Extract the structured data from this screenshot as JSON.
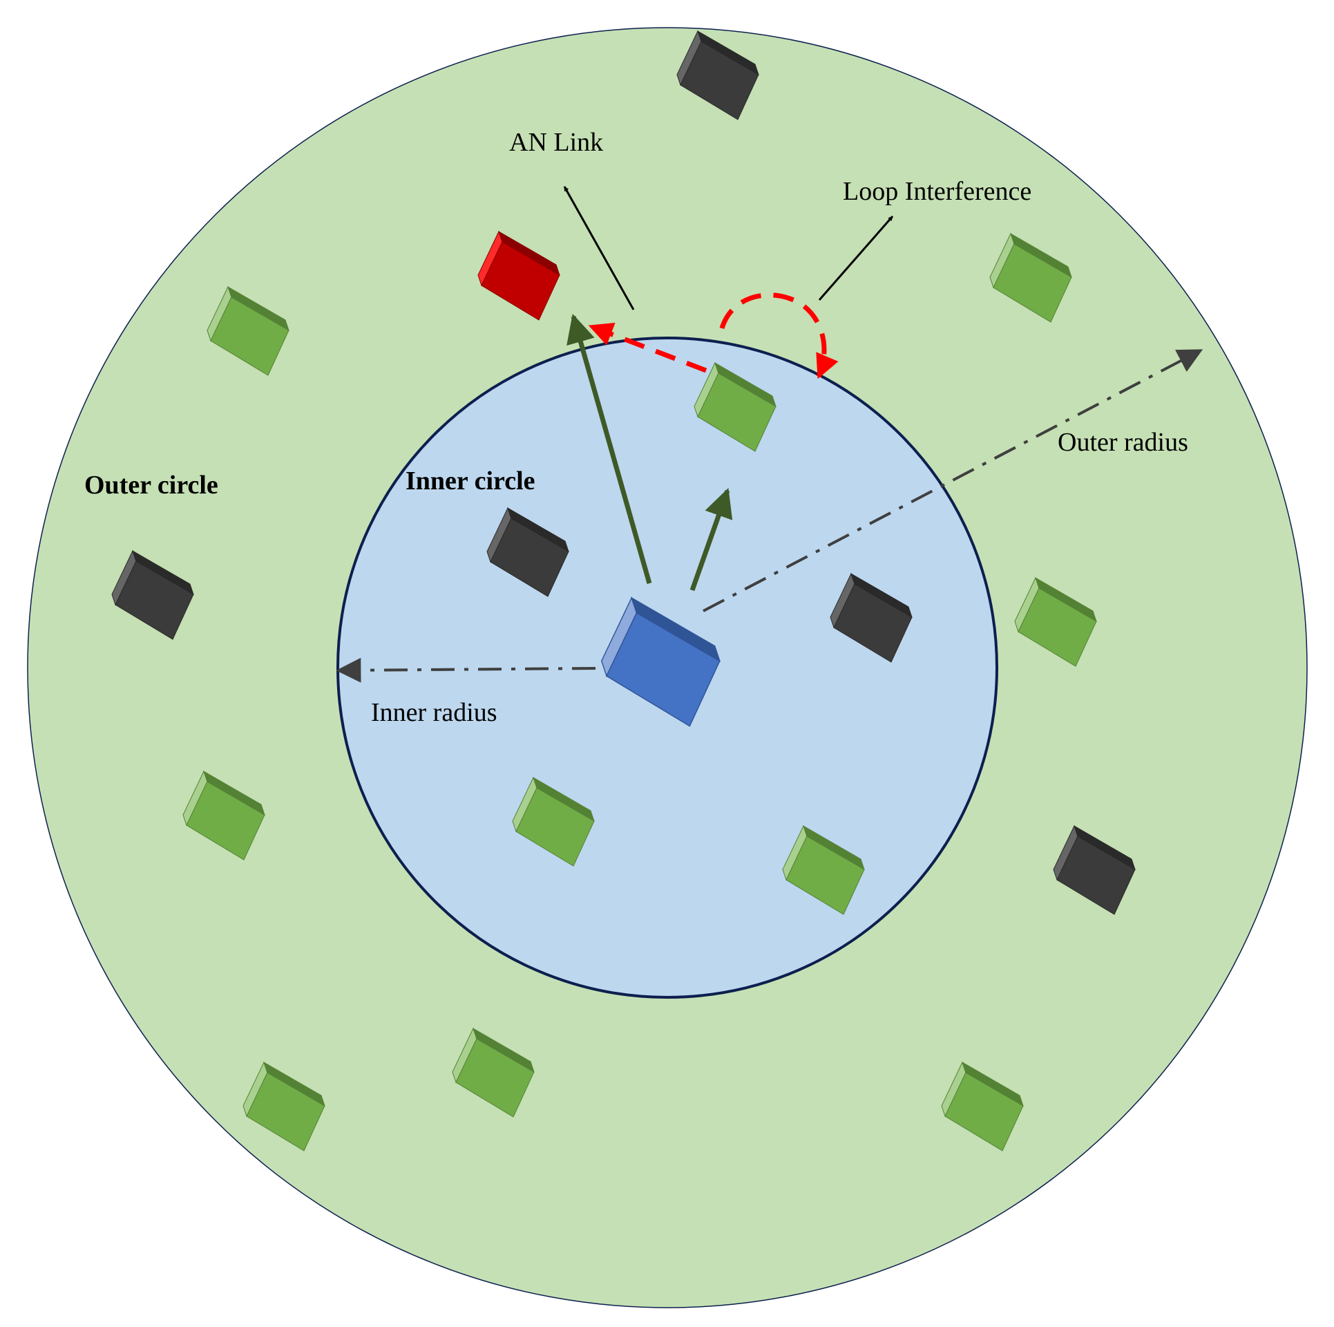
{
  "labels": {
    "an_link": "AN Link",
    "loop_interference": "Loop Interference",
    "outer_radius": "Outer radius",
    "inner_radius": "Inner radius",
    "outer_circle": "Outer circle",
    "inner_circle": "Inner circle"
  },
  "colors": {
    "outer_fill": "#c5e0b4",
    "inner_fill": "#bdd7ee",
    "inner_stroke": "#0d1f4f",
    "green_link": "#3d5a27",
    "loop_red": "#ff0000",
    "dashdot": "#3f3f3f",
    "cube_green": [
      "#a9d08e",
      "#70ad47",
      "#548235"
    ],
    "cube_black": [
      "#666666",
      "#3b3b3b",
      "#2a2a2a"
    ],
    "cube_red": [
      "#ff2a2a",
      "#c00000",
      "#8b0000"
    ],
    "cube_blue": [
      "#8faadc",
      "#4472c4",
      "#2f5597"
    ]
  }
}
